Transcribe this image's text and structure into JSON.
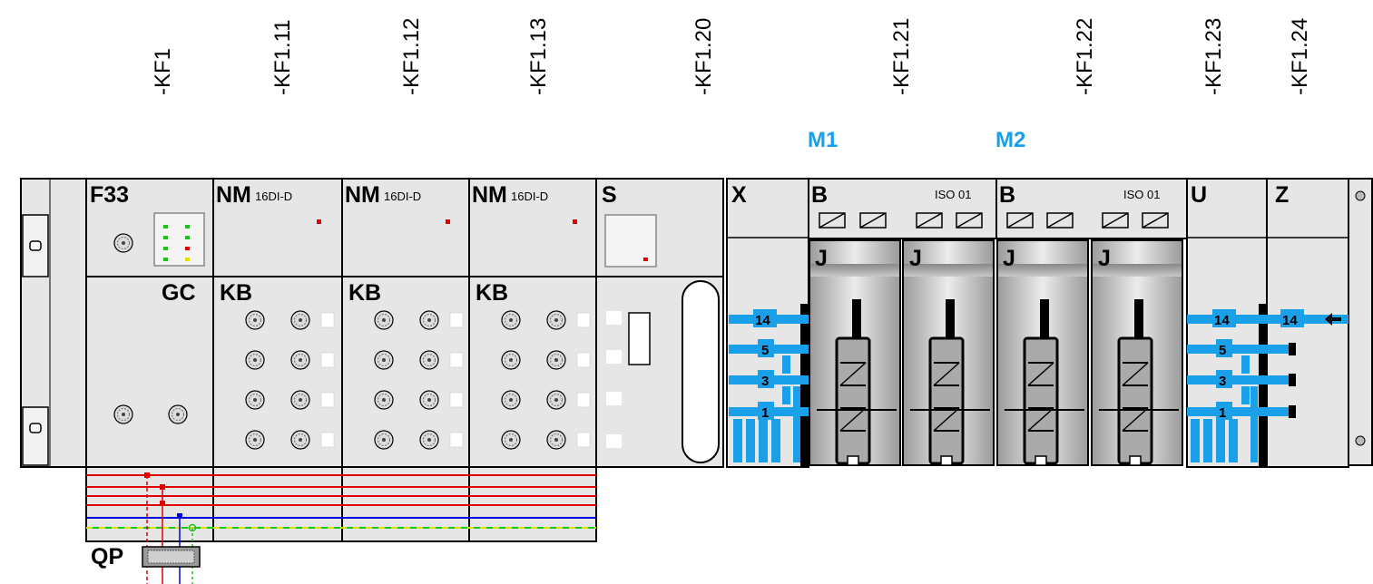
{
  "tags": [
    "-KF1",
    "-KF1.11",
    "-KF1.12",
    "-KF1.13",
    "-KF1.20",
    "-KF1.21",
    "-KF1.22",
    "-KF1.23",
    "-KF1.24"
  ],
  "markers": {
    "m1": "M1",
    "m2": "M2"
  },
  "modules": {
    "f33": "F33",
    "gc": "GC",
    "nm_title": "NM",
    "nm_sub": "16DI-D",
    "kb": "KB",
    "s": "S",
    "x": "X",
    "b": "B",
    "iso": "ISO 01",
    "j": "J",
    "u": "U",
    "z": "Z",
    "qp": "QP"
  },
  "ports": {
    "p14": "14",
    "p5": "5",
    "p3": "3",
    "p1": "1"
  },
  "colors": {
    "accent": "#1aa0e8",
    "panel": "#e6e6e6",
    "rail_red": "#e00000",
    "rail_blue": "#0000e0",
    "rail_green": "#20c020",
    "rail_yellow": "#e0e000"
  }
}
